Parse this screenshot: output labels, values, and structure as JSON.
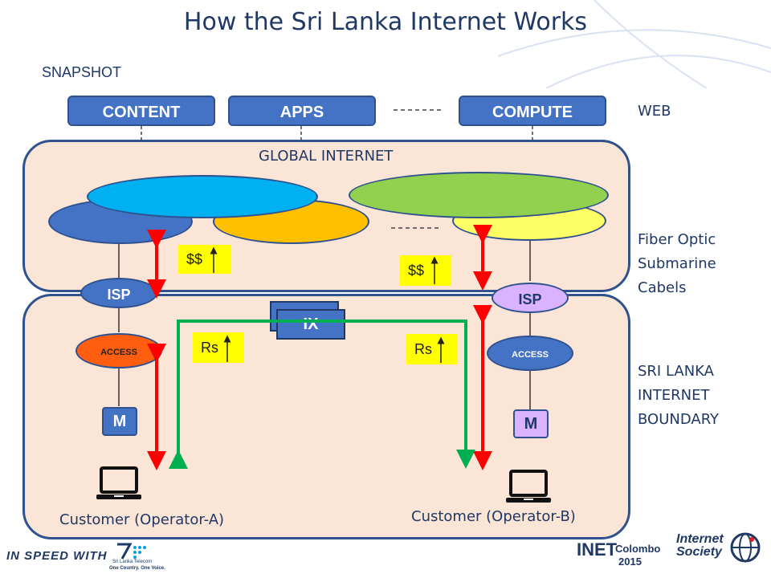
{
  "title": "How the Sri Lanka Internet Works",
  "snapshot_label": "SNAPSHOT",
  "web_boxes": {
    "content": "CONTENT",
    "apps": "APPS",
    "compute": "COMPUTE"
  },
  "side_labels": {
    "web": "WEB",
    "fiber_line1": "Fiber Optic",
    "fiber_line2": "Submarine",
    "fiber_line3": "Cabels",
    "boundary_line1": "SRI LANKA",
    "boundary_line2": "INTERNET",
    "boundary_line3": "BOUNDARY"
  },
  "global_internet_label": "GLOBAL INTERNET",
  "isp_label": "ISP",
  "access_label": "ACCESS",
  "ix_label": "IX",
  "modem_label": "M",
  "cost_tags": {
    "global": "$$",
    "local": "Rs"
  },
  "customers": {
    "a": "Customer (Operator-A)",
    "b": "Customer (Operator-B)"
  },
  "logos": {
    "inspeed_text": "IN SPEED WITH",
    "slt_line1": "Sri Lanka Telecom",
    "slt_line2": "One Country. One Voice.",
    "inet_text": "INET",
    "inet_colombo": "Colombo",
    "inet_year": "2015",
    "isoc_line1": "Internet",
    "isoc_line2": "Society"
  },
  "colors": {
    "title": "#1f3864",
    "box_blue": "#4472c4",
    "region_fill": "#fbe5d6",
    "region_border": "#2f528f",
    "cyan": "#00b0f0",
    "green": "#92d050",
    "orange": "#ffc000",
    "yellow": "#ffff66",
    "red_arrow": "#ff0000",
    "green_arrow": "#00b050",
    "access_orange": "#ff5e10",
    "modem_purple": "#d9b3ff"
  }
}
